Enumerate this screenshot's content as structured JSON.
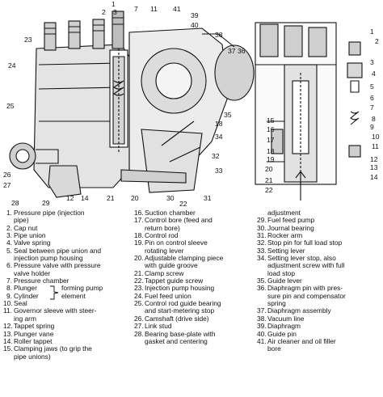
{
  "figure": {
    "left_labels": [
      "23",
      "24",
      "25",
      "26",
      "27",
      "28",
      "29"
    ],
    "top_labels": [
      "1",
      "2",
      "3",
      "7",
      "11",
      "41",
      "39",
      "40",
      "38",
      "37",
      "36"
    ],
    "right_labels": [
      "35",
      "18",
      "34",
      "33",
      "32",
      "31",
      "30",
      "20",
      "21",
      "14",
      "12",
      "22"
    ],
    "detail_labels": [
      "1",
      "2",
      "3",
      "4",
      "5",
      "6",
      "7",
      "8",
      "9",
      "10",
      "11",
      "12",
      "13",
      "14",
      "15",
      "16",
      "17",
      "18",
      "19",
      "20",
      "21",
      "22"
    ]
  },
  "legend": {
    "col1": [
      {
        "num": "1.",
        "text": "Pressure pipe (injection\npipe)"
      },
      {
        "num": "2.",
        "text": "Cap nut"
      },
      {
        "num": "3.",
        "text": "Pipe union"
      },
      {
        "num": "4.",
        "text": "Valve spring"
      },
      {
        "num": "5.",
        "text": "Seal between pipe union and\ninjection pump housing"
      },
      {
        "num": "6.",
        "text": "Pressure valve with pressure\nvalve holder"
      },
      {
        "num": "7.",
        "text": "Pressure chamber"
      },
      {
        "num": "8.",
        "text": "Plunger"
      },
      {
        "num": "9.",
        "text": "Cylinder"
      },
      {
        "num": "10.",
        "text": "Seal"
      },
      {
        "num": "11.",
        "text": "Governor sleeve with steer-\ning arm"
      },
      {
        "num": "12.",
        "text": "Tappet spring"
      },
      {
        "num": "13.",
        "text": "Plunger vane"
      },
      {
        "num": "14.",
        "text": "Roller tappet"
      },
      {
        "num": "15.",
        "text": "Clamping jaws (to grip the\npipe unions)"
      }
    ],
    "bracket_text": "forming pump\nelement",
    "col2": [
      {
        "num": "16.",
        "text": "Suction chamber"
      },
      {
        "num": "17.",
        "text": "Control bore (feed and\nreturn bore)"
      },
      {
        "num": "18.",
        "text": "Control rod"
      },
      {
        "num": "19.",
        "text": "Pin on control sleeve\nrotating lever"
      },
      {
        "num": "20.",
        "text": "Adjustable clamping piece\nwith guide groove"
      },
      {
        "num": "21.",
        "text": "Clamp screw"
      },
      {
        "num": "22.",
        "text": "Tappet guide screw"
      },
      {
        "num": "23.",
        "text": "Injection pump housing"
      },
      {
        "num": "24.",
        "text": "Fuel feed union"
      },
      {
        "num": "25.",
        "text": "Control rod guide bearing\nand start-metering stop"
      },
      {
        "num": "26.",
        "text": "Camshaft (drive side)"
      },
      {
        "num": "27.",
        "text": "Link stud"
      },
      {
        "num": "28.",
        "text": "Bearing base-plate with\ngasket and centering"
      }
    ],
    "col3_head": "adjustment",
    "col3": [
      {
        "num": "29.",
        "text": "Fuel feed pump"
      },
      {
        "num": "30.",
        "text": "Journal bearing"
      },
      {
        "num": "31.",
        "text": "Rocker arm"
      },
      {
        "num": "32.",
        "text": "Stop pin for full load stop"
      },
      {
        "num": "33.",
        "text": "Setting lever"
      },
      {
        "num": "34.",
        "text": "Setting lever stop, also\nadjustment screw with full\nload stop"
      },
      {
        "num": "35.",
        "text": "Guide lever"
      },
      {
        "num": "36.",
        "text": "Diaphragm pin with pres-\nsure pin and compensator\nspring"
      },
      {
        "num": "37.",
        "text": "Diaphragm assembly"
      },
      {
        "num": "38.",
        "text": "Vacuum line"
      },
      {
        "num": "39.",
        "text": "Diaphragm"
      },
      {
        "num": "40.",
        "text": "Guide pin"
      },
      {
        "num": "41.",
        "text": "Air cleaner and oil filler\nbore"
      }
    ]
  }
}
